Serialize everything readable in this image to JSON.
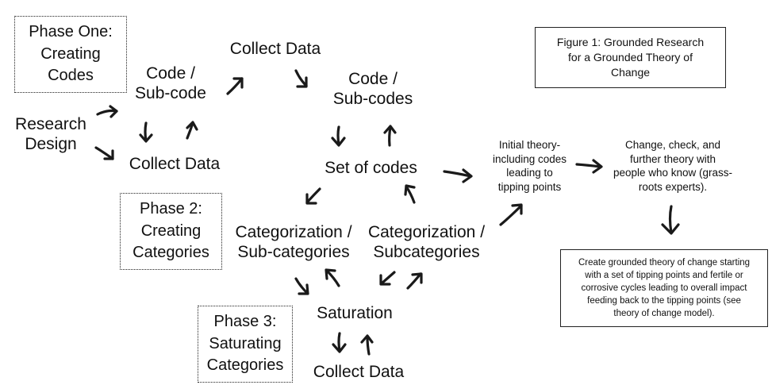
{
  "title_box": {
    "lines": [
      "Figure 1: Grounded Research",
      "for a Grounded Theory of",
      "Change"
    ]
  },
  "phases": [
    {
      "id": "phase-one",
      "lines": [
        "Phase One:",
        "Creating",
        "Codes"
      ]
    },
    {
      "id": "phase-two",
      "lines": [
        "Phase 2:",
        "Creating",
        "Categories"
      ]
    },
    {
      "id": "phase-three",
      "lines": [
        "Phase 3:",
        "Saturating",
        "Categories"
      ]
    }
  ],
  "nodes": {
    "research_design": [
      "Research",
      "Design"
    ],
    "code_subcode": [
      "Code /",
      "Sub-code"
    ],
    "collect_data_1": [
      "Collect Data"
    ],
    "collect_data_2": [
      "Collect Data"
    ],
    "code_subcodes": [
      "Code /",
      "Sub-codes"
    ],
    "set_of_codes": [
      "Set of codes"
    ],
    "categorization_left": [
      "Categorization /",
      "Sub-categories"
    ],
    "categorization_right": [
      "Categorization /",
      "Subcategories"
    ],
    "saturation": [
      "Saturation"
    ],
    "collect_data_3": [
      "Collect Data"
    ],
    "initial_theory": [
      "Initial theory-",
      "including codes",
      "leading to",
      "tipping points"
    ],
    "change_check": [
      "Change, check, and",
      "further theory with",
      "people who know (grass-",
      "roots experts)."
    ],
    "final_box": [
      "Create grounded theory of change starting",
      "with a set of tipping points and fertile or",
      "corrosive cycles leading to overall impact",
      "feeding back to the tipping points (see",
      "theory of change model)."
    ]
  },
  "arrows": [
    {
      "from": "research-design",
      "to": "code-subcode",
      "icon": "arrow-right-up-icon"
    },
    {
      "from": "research-design",
      "to": "collect-data-1",
      "icon": "arrow-right-down-icon"
    },
    {
      "from": "code-subcode",
      "to": "collect-data-1",
      "icon": "arrow-down-icon"
    },
    {
      "from": "collect-data-1",
      "to": "code-subcode",
      "icon": "arrow-up-icon"
    },
    {
      "from": "code-subcode",
      "to": "collect-data-2",
      "icon": "arrow-up-right-icon"
    },
    {
      "from": "collect-data-2",
      "to": "code-subcodes",
      "icon": "arrow-down-right-icon"
    },
    {
      "from": "code-subcodes",
      "to": "set-of-codes",
      "icon": "arrow-down-icon"
    },
    {
      "from": "set-of-codes",
      "to": "code-subcodes",
      "icon": "arrow-up-icon"
    },
    {
      "from": "set-of-codes",
      "to": "categorization-left",
      "icon": "arrow-down-left-icon"
    },
    {
      "from": "categorization-right",
      "to": "set-of-codes",
      "icon": "arrow-up-left-icon"
    },
    {
      "from": "set-of-codes",
      "to": "initial-theory",
      "icon": "arrow-right-icon"
    },
    {
      "from": "categorization-left",
      "to": "saturation",
      "icon": "arrow-down-right-icon"
    },
    {
      "from": "saturation",
      "to": "categorization-left",
      "icon": "arrow-up-left-icon"
    },
    {
      "from": "categorization-right",
      "to": "saturation",
      "icon": "arrow-down-left-icon"
    },
    {
      "from": "saturation",
      "to": "categorization-right",
      "icon": "arrow-up-right-icon"
    },
    {
      "from": "saturation",
      "to": "collect-data-3",
      "icon": "arrow-down-icon"
    },
    {
      "from": "collect-data-3",
      "to": "saturation",
      "icon": "arrow-up-icon"
    },
    {
      "from": "categorization-right",
      "to": "initial-theory",
      "icon": "arrow-up-right-icon"
    },
    {
      "from": "initial-theory",
      "to": "change-check",
      "icon": "arrow-right-icon"
    },
    {
      "from": "change-check",
      "to": "final-box",
      "icon": "arrow-down-icon"
    }
  ]
}
